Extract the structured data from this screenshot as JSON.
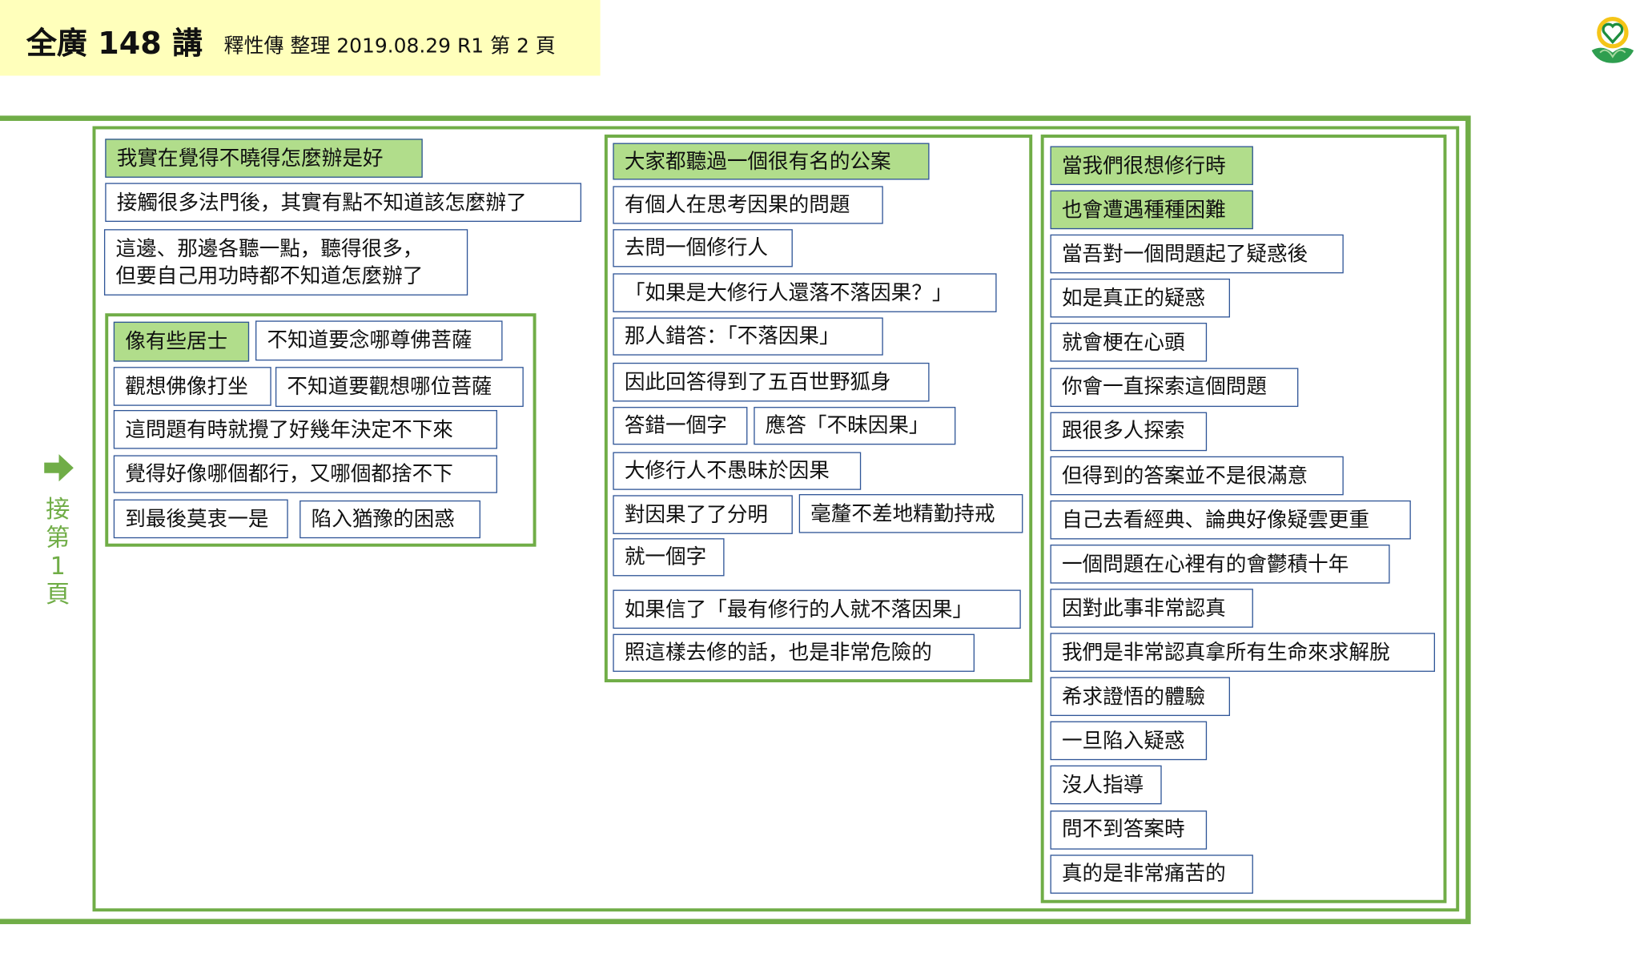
{
  "header": {
    "title": "全廣 148 講",
    "subtitle": "釋性傳 整理 2019.08.29 R1 第 2 頁"
  },
  "continuation": {
    "lines": [
      "接",
      "第",
      "1",
      "頁"
    ]
  },
  "colors": {
    "frame_green": "#70AD47",
    "highlight_green": "#B1DD8B",
    "box_border_blue": "#2F5597",
    "header_yellow": "#FFFFBB"
  },
  "left_column": {
    "boxes": [
      "我實在覺得不曉得怎麼辦是好",
      "接觸很多法門後，其實有點不知道該怎麼辦了",
      "這邊、那邊各聽一點，聽得很多，\n但要自己用功時都不知道怎麼辦了"
    ],
    "group": [
      "像有些居士",
      "不知道要念哪尊佛菩薩",
      "觀想佛像打坐",
      "不知道要觀想哪位菩薩",
      "這問題有時就攪了好幾年決定不下來",
      "覺得好像哪個都行，又哪個都捨不下",
      "到最後莫衷一是",
      "陷入猶豫的困惑"
    ]
  },
  "middle_column": {
    "boxes": [
      "大家都聽過一個很有名的公案",
      "有個人在思考因果的問題",
      "去問一個修行人",
      "「如果是大修行人還落不落因果？」",
      "那人錯答：「不落因果」",
      "因此回答得到了五百世野狐身",
      "答錯一個字",
      "應答「不昧因果」",
      "大修行人不愚昧於因果",
      "對因果了了分明",
      "毫釐不差地精勤持戒",
      "就一個字",
      "如果信了「最有修行的人就不落因果」",
      "照這樣去修的話，也是非常危險的"
    ]
  },
  "right_column": {
    "boxes": [
      "當我們很想修行時",
      "也會遭遇種種困難",
      "當吾對一個問題起了疑惑後",
      "如是真正的疑惑",
      "就會梗在心頭",
      "你會一直探索這個問題",
      "跟很多人探索",
      "但得到的答案並不是很滿意",
      "自己去看經典、論典好像疑雲更重",
      "一個問題在心裡有的會鬱積十年",
      "因對此事非常認真",
      "我們是非常認真拿所有生命來求解脫",
      "希求證悟的體驗",
      "一旦陷入疑惑",
      "沒人指導",
      "問不到答案時",
      "真的是非常痛苦的"
    ]
  }
}
